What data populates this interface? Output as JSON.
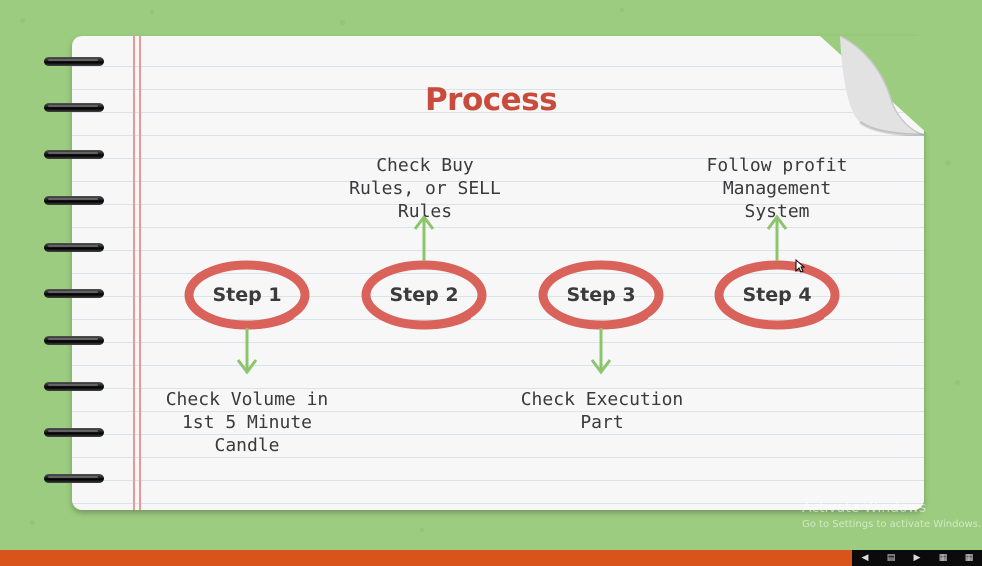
{
  "slide": {
    "title": "Process"
  },
  "steps": [
    {
      "label": "Step 1"
    },
    {
      "label": "Step 2"
    },
    {
      "label": "Step 3"
    },
    {
      "label": "Step 4"
    }
  ],
  "notes": {
    "step1": "Check Volume in\n1st 5 Minute\nCandle",
    "step2": "Check Buy\nRules, or SELL\nRules",
    "step3": "Check Execution\nPart",
    "step4": "Follow profit\nManagement\nSystem"
  },
  "watermark": {
    "title": "Activate Windows",
    "subtitle": "Go to Settings to activate Windows."
  },
  "colors": {
    "background": "#9ccc7f",
    "title": "#c84b3c",
    "circle": "#d9625a",
    "arrow": "#8cc56c",
    "taskbar": "#d9541a"
  },
  "icons": [
    "spiral-ring-icon",
    "page-curl-icon",
    "arrow-up-icon",
    "arrow-down-icon",
    "prev-icon",
    "slide-view-icon",
    "next-icon",
    "notes-icon",
    "grid-icon"
  ]
}
